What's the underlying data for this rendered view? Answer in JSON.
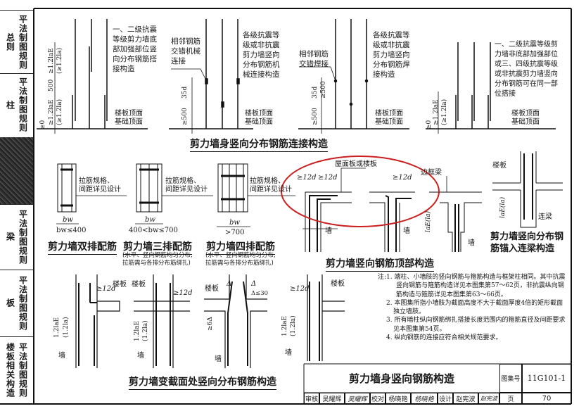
{
  "sidebar": {
    "sections": [
      {
        "short": "总则",
        "rule": "平法制图规则"
      },
      {
        "short": "柱",
        "rule": "平法制图规则"
      },
      {
        "short": "",
        "rule": ""
      },
      {
        "short": "梁",
        "rule": "平法制图规则"
      },
      {
        "short": "板",
        "rule": "平法制图规则"
      },
      {
        "short": "楼板相关构造",
        "rule": "平法制图规则"
      }
    ]
  },
  "connection": {
    "title": "剪力墙身竖向分布钢筋连接构造",
    "floor_labels": "楼板顶面\n基础顶面",
    "d1": {
      "text": "一、二级抗震\n等级剪力墙底\n部加强部位竖\n向分布钢筋搭\n接构造",
      "dim_a": "≥0",
      "dim_b": "≥1.2laE",
      "dim_b2": "(≥1.2la)",
      "dim_c": "500",
      "dim_d": "≥1.2laE",
      "dim_d2": "(≥1.2la)"
    },
    "d2": {
      "callout": "相邻钢筋\n交错机械\n连接",
      "text": "各级抗震等\n级或非抗震\n剪力墙竖向\n分布钢筋机\n械连接构造",
      "dim_a": "≥500",
      "dim_b": "35d"
    },
    "d3": {
      "callout": "相邻钢筋\n交错焊接",
      "text": "各级抗震等\n级或非抗震\n剪力墙竖向\n分布钢筋焊\n接构造",
      "dim_a": "≥500",
      "dim_b": "35d",
      "dim_c": "≥500"
    },
    "d4": {
      "text": "一、二级抗震等级剪\n力墙非底部加强部位\n或三、四级抗震等级\n或非抗震剪力墙竖向\n分布钢筋可在同一部\n位搭接",
      "dim_a": "≥0",
      "dim_b": "≥1.2laE",
      "dim_b2": "(≥1.2la)"
    }
  },
  "reinforcement": {
    "tie_note": "拉筋规格、\n间距详见设计",
    "bw": "bw",
    "items": [
      {
        "title": "剪力墙双排配筋",
        "range": "bw≤400",
        "sub": ""
      },
      {
        "title": "剪力墙三排配筋",
        "range": "400<bw≤700",
        "sub": "(水平、竖向钢筋均匀分布,\n拉筋需与各排分布筋绑扎)"
      },
      {
        "title": "剪力墙四排配筋",
        "range": ">700",
        "sub": "(水平、竖向钢筋均匀分布,\n拉筋需与各排分布筋绑扎)"
      }
    ]
  },
  "top": {
    "title": "剪力墙竖向钢筋顶部构造",
    "slab": "屋面板或楼板",
    "d12": "≥12d",
    "wall": "墙",
    "edge_beam": "边框梁",
    "anchor": "laE(la)",
    "highlight_color": "#cc1f1f"
  },
  "coupling": {
    "title": "剪力墙竖向分布钢\n筋锚入连梁构造",
    "slab": "楼板",
    "beam": "连梁",
    "anchor": "laE(la)"
  },
  "section_change": {
    "title": "剪力墙变截面处竖向分布钢筋构造",
    "slab": "楼板",
    "wall": "墙",
    "d12": "≥12d",
    "lap": "1.2laE",
    "lap2": "(1.2la)",
    "delta": "Δ",
    "delta_limit": "Δ≤30",
    "slope": "≥6Δ"
  },
  "notes": [
    "注:1. 端柱、小墙肢的竖向钢筋与箍筋构造与框架柱相同。其中抗震竖向钢筋与箍筋构造详见本图集第57～62页，非抗震纵向钢筋构造与箍筋详见本图集第63～66页。",
    "2. 本图集所指小墙肢为截面高度不大于截面厚度4倍的矩形截面独立墙肢。",
    "3. 所有暗柱纵向钢筋绑扎搭接长度范围内的箍筋直径及间距要求见本图集第54页。",
    "4. 纵向钢筋的连接应符合相关规范要求。"
  ],
  "title_block": {
    "title": "剪力墙身竖向钢筋构造",
    "atlas_label": "图集号",
    "atlas_no": "11G101-1",
    "review_label": "审核",
    "reviewer": "吴耀辉",
    "review_sign": "吴耀辉",
    "check_label": "校对",
    "checker": "杨晓艳",
    "check_sign": "杨晓艳",
    "design_label": "设计",
    "designer": "赵宪波",
    "design_sign": "赵宪波",
    "page_label": "页",
    "page_no": "70"
  }
}
